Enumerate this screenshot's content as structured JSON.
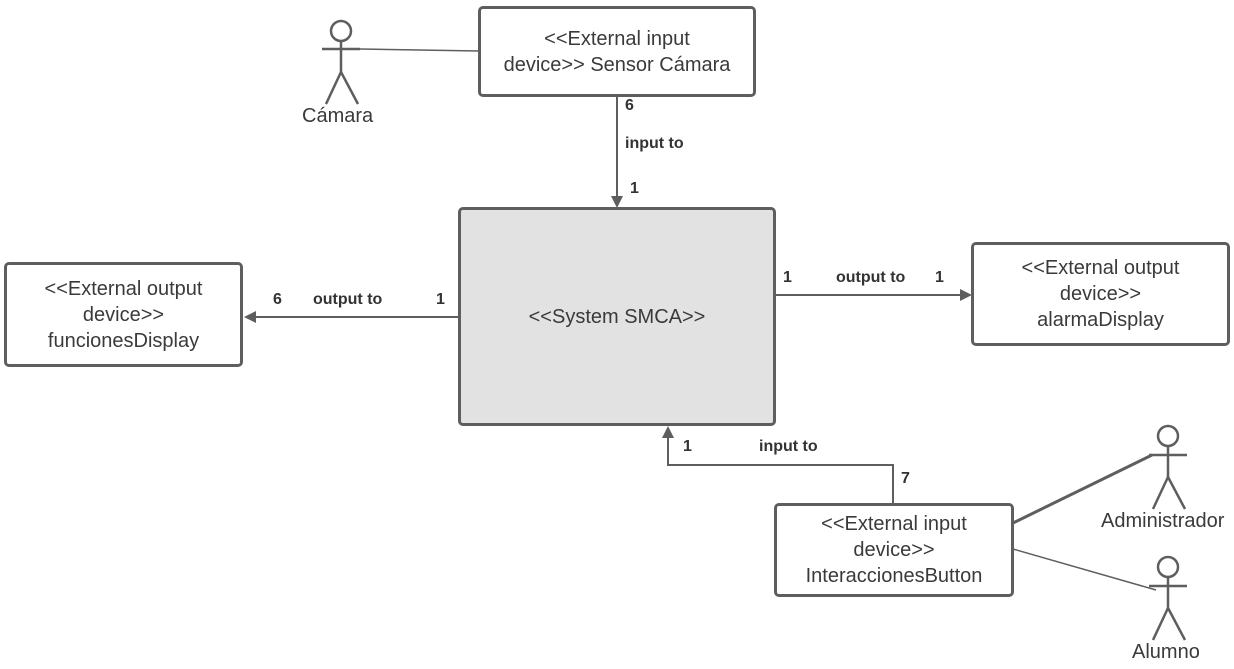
{
  "diagram": {
    "colors": {
      "line": "#5e5e5e",
      "system_fill": "#e2e2e2",
      "box_fill": "#ffffff"
    },
    "nodes": {
      "sensor_camara": "<<External input\ndevice>> Sensor Cámara",
      "system": "<<System SMCA>>",
      "funciones_display": "<<External output\ndevice>>\nfuncionesDisplay",
      "alarma_display": "<<External output\ndevice>>\nalarmaDisplay",
      "interacciones_button": "<<External input\ndevice>>\nInteraccionesButton"
    },
    "actors": {
      "camara": "Cámara",
      "administrador": "Administrador",
      "alumno": "Alumno"
    },
    "edges": {
      "sensor_to_system": {
        "label": "input to",
        "source_mult": "6",
        "target_mult": "1"
      },
      "system_to_funciones": {
        "label": "output to",
        "source_mult": "1",
        "target_mult": "6"
      },
      "system_to_alarma": {
        "label": "output to",
        "source_mult": "1",
        "target_mult": "1"
      },
      "button_to_system": {
        "label": "input to",
        "source_mult": "7",
        "target_mult": "1"
      }
    }
  }
}
